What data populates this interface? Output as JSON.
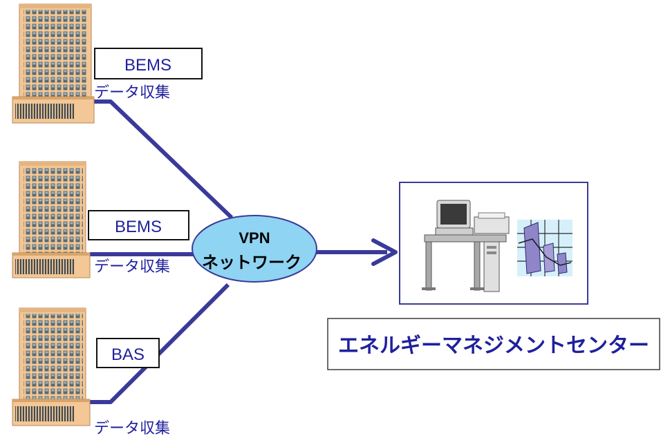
{
  "buildings": [
    {
      "system_label": "BEMS",
      "collect_label": "データ収集"
    },
    {
      "system_label": "BEMS",
      "collect_label": "データ収集"
    },
    {
      "system_label": "BAS",
      "collect_label": "データ収集"
    }
  ],
  "network": {
    "line1": "VPN",
    "line2": "ネットワーク"
  },
  "center": {
    "title": "エネルギーマネジメントセンター"
  },
  "colors": {
    "line": "#3a3a9a",
    "frame": "#3a3a9a",
    "text_blue": "#1f1f9c",
    "cloud_fill": "#8fd4f2",
    "building": "#f3c796",
    "building_dark": "#d9a46a"
  }
}
